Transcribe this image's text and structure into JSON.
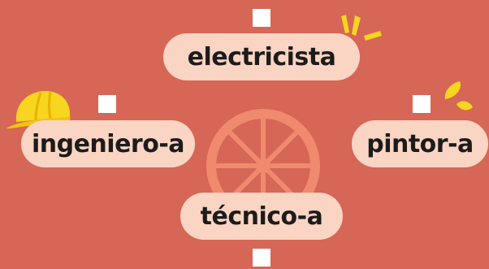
{
  "colors": {
    "background": "#d66655",
    "pill": "#fbd5c3",
    "text": "#1c1c1c",
    "wheel": "#f08a6e",
    "accent_yellow": "#f7d520",
    "square": "#ffffff"
  },
  "words": [
    {
      "id": "electricista",
      "text": "electricista"
    },
    {
      "id": "ingeniero",
      "text": "ingeniero-a"
    },
    {
      "id": "pintor",
      "text": "pintor-a"
    },
    {
      "id": "tecnico",
      "text": "técnico-a"
    }
  ],
  "icons": {
    "wheel": "wheel-icon",
    "helmet": "hard-hat-icon",
    "sparks": "spark-icon"
  }
}
